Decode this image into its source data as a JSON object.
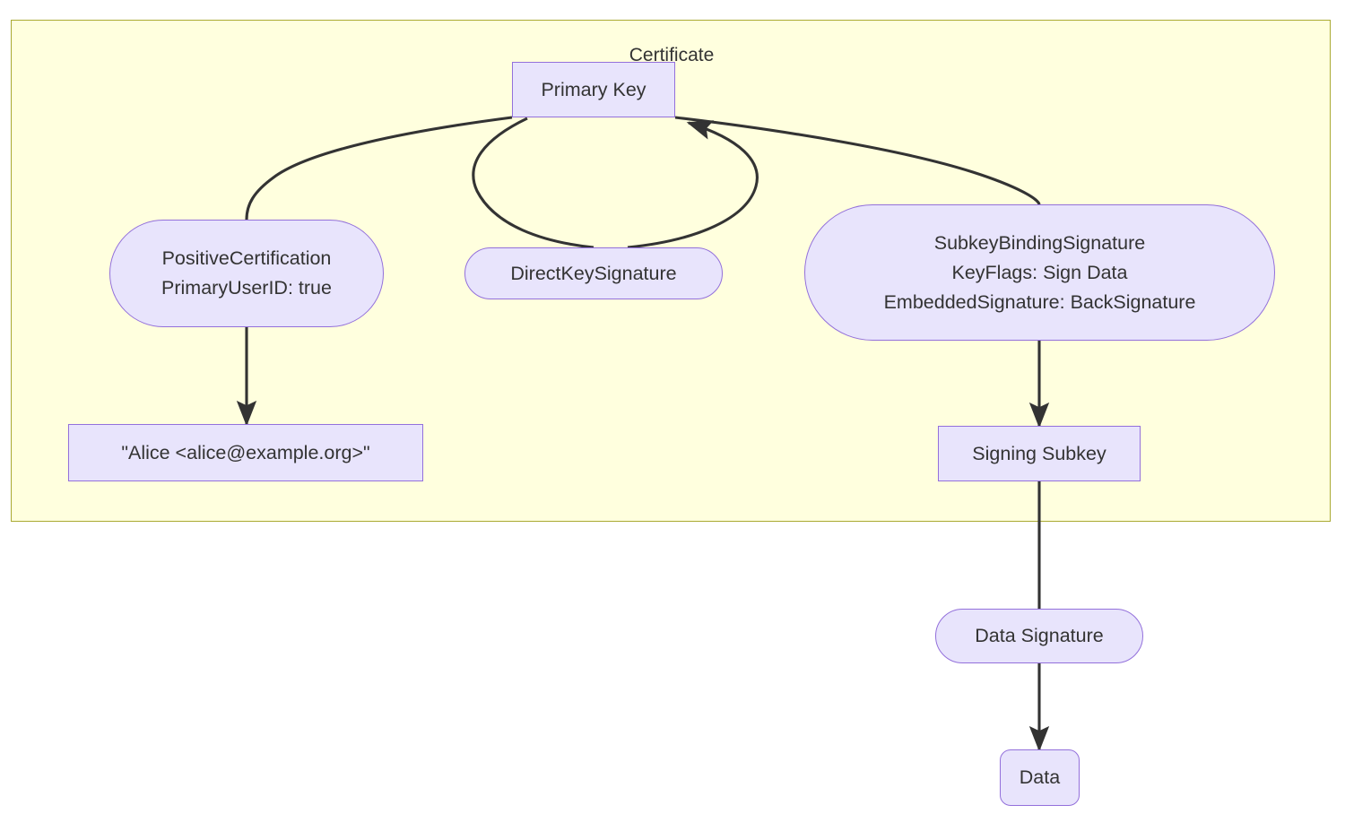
{
  "diagram": {
    "type": "flowchart",
    "title_visible": false,
    "colors": {
      "subgraph_fill": "#ffffde",
      "subgraph_stroke": "#aaaa33",
      "node_fill": "#e8e4fc",
      "node_stroke": "#9370db",
      "text": "#333333",
      "edge_stroke": "#333333",
      "page_background": "#ffffff"
    },
    "subgraph": {
      "label": "Certificate"
    },
    "nodes": [
      {
        "id": "primary-key",
        "shape": "rect",
        "lines": [
          "Primary Key"
        ]
      },
      {
        "id": "positive-cert",
        "shape": "stadium",
        "lines": [
          "PositiveCertification",
          "PrimaryUserID: true"
        ]
      },
      {
        "id": "direct-key-sig",
        "shape": "stadium",
        "lines": [
          "DirectKeySignature"
        ]
      },
      {
        "id": "subkey-binding-sig",
        "shape": "stadium",
        "lines": [
          "SubkeyBindingSignature",
          "KeyFlags: Sign Data",
          "EmbeddedSignature: BackSignature"
        ]
      },
      {
        "id": "alice-uid",
        "shape": "rect",
        "lines": [
          "\"Alice <alice@example.org>\""
        ]
      },
      {
        "id": "signing-subkey",
        "shape": "rect",
        "lines": [
          "Signing Subkey"
        ]
      },
      {
        "id": "data-signature",
        "shape": "stadium",
        "lines": [
          "Data Signature"
        ]
      },
      {
        "id": "data",
        "shape": "round",
        "lines": [
          "Data"
        ]
      }
    ],
    "edges": [
      {
        "from": "primary-key",
        "to": "positive-cert",
        "arrow": false,
        "label": ""
      },
      {
        "from": "primary-key",
        "to": "direct-key-sig",
        "arrow": false,
        "label": ""
      },
      {
        "from": "direct-key-sig",
        "to": "primary-key",
        "arrow": true,
        "label": ""
      },
      {
        "from": "primary-key",
        "to": "subkey-binding-sig",
        "arrow": false,
        "label": ""
      },
      {
        "from": "positive-cert",
        "to": "alice-uid",
        "arrow": true,
        "label": ""
      },
      {
        "from": "subkey-binding-sig",
        "to": "signing-subkey",
        "arrow": true,
        "label": ""
      },
      {
        "from": "signing-subkey",
        "to": "data-signature",
        "arrow": false,
        "label": ""
      },
      {
        "from": "data-signature",
        "to": "data",
        "arrow": true,
        "label": ""
      }
    ]
  }
}
